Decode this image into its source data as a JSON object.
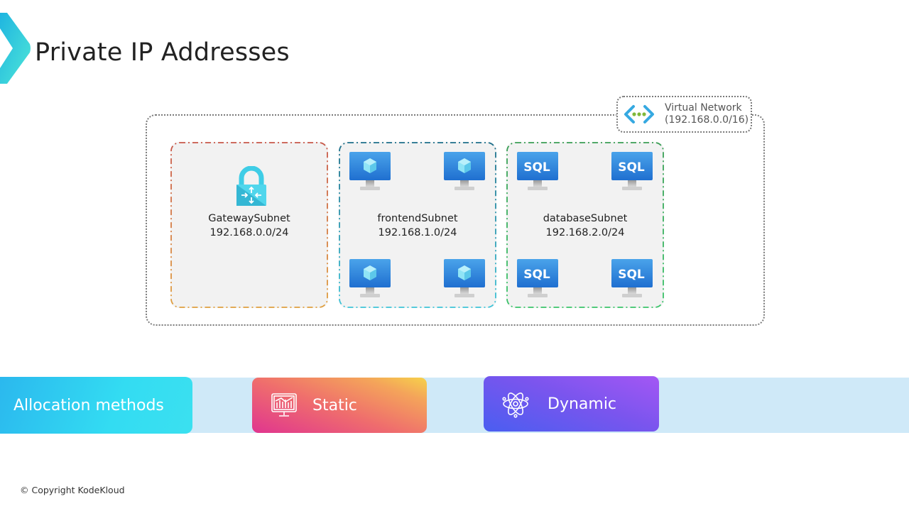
{
  "header": {
    "title": "Private IP Addresses",
    "logo_icon": "chevron-right-icon"
  },
  "virtual_network": {
    "name": "Virtual Network",
    "address_space": "(192.168.0.0/16)",
    "icon": "virtual-network-icon"
  },
  "subnets": [
    {
      "name": "GatewaySubnet",
      "cidr": "192.168.0.0/24",
      "border_colors": [
        "#c8584a",
        "#e0a040"
      ],
      "icon": "vpn-gateway-lock-icon"
    },
    {
      "name": "frontendSubnet",
      "cidr": "192.168.1.0/24",
      "border_colors": [
        "#1e6f8a",
        "#3fc4d8"
      ],
      "icon": "virtual-machine-icon",
      "vm_count": 4
    },
    {
      "name": "databaseSubnet",
      "cidr": "192.168.2.0/24",
      "border_colors": [
        "#3a9e55",
        "#3bc46a"
      ],
      "icon": "sql-server-icon",
      "vm_label": "SQL",
      "vm_count": 4
    }
  ],
  "allocation": {
    "label": "Allocation methods",
    "methods": [
      {
        "label": "Static",
        "icon": "monitor-chart-icon"
      },
      {
        "label": "Dynamic",
        "icon": "atom-icon"
      }
    ]
  },
  "footer": {
    "copyright": "© Copyright KodeKloud"
  }
}
